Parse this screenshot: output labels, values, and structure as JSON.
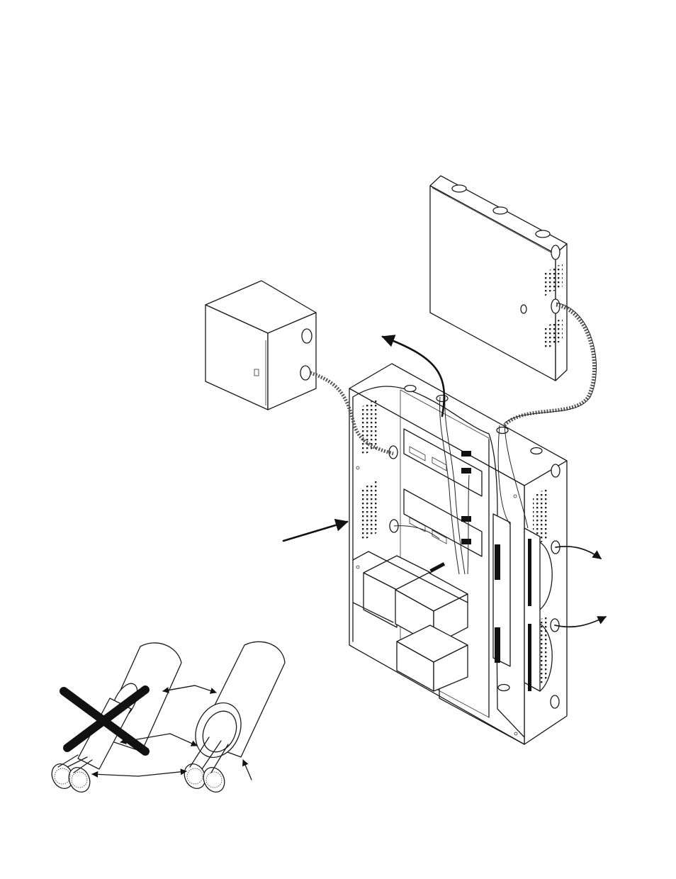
{
  "figure": {
    "components": [
      "small-enclosure",
      "large-enclosure",
      "main-cabinet",
      "battery",
      "terminal-strip",
      "cable-comparison"
    ],
    "colors": {
      "line": "#1a1a1a",
      "background": "#ffffff",
      "strike": "#111111"
    },
    "icons": [
      "cross-out-mark",
      "arrow-icon"
    ]
  }
}
